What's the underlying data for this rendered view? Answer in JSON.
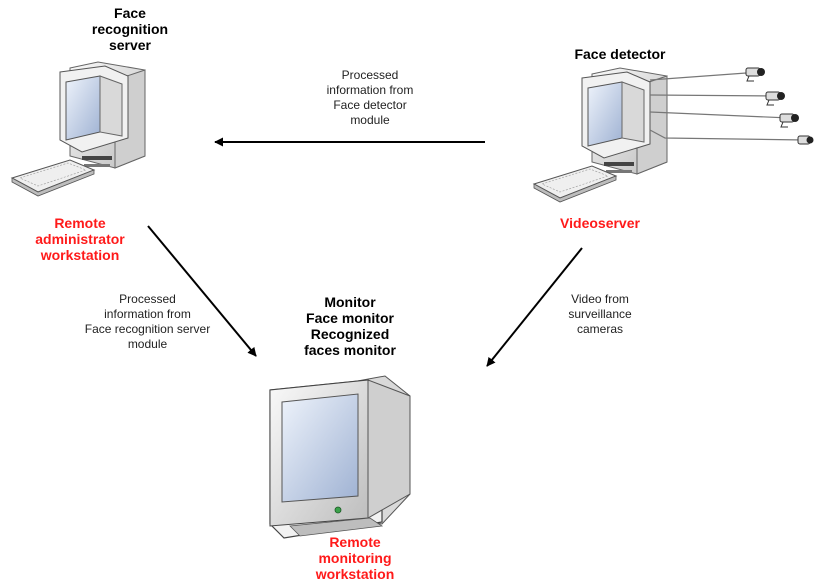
{
  "nodes": {
    "server": {
      "title": [
        "Face",
        "recognition",
        "server"
      ],
      "role": [
        "Remote",
        "administrator",
        "workstation"
      ]
    },
    "detector": {
      "title": [
        "Face detector"
      ],
      "role": [
        "Videoserver"
      ]
    },
    "monitor": {
      "title": [
        "Monitor",
        "Face monitor",
        "Recognized",
        "faces monitor"
      ],
      "role": [
        "Remote",
        "monitoring",
        "workstation"
      ]
    }
  },
  "edges": {
    "detector_to_server": [
      "Processed",
      "information from",
      "Face detector",
      "module"
    ],
    "server_to_monitor": [
      "Processed",
      "information from",
      "Face recognition server",
      "module"
    ],
    "detector_to_monitor": [
      "Video from",
      "surveillance",
      "cameras"
    ]
  },
  "colors": {
    "accent_label": "#ff1a1a",
    "arrow": "#000000",
    "computer_body": "#e9e9e9",
    "screen": "#c9d7ee"
  }
}
